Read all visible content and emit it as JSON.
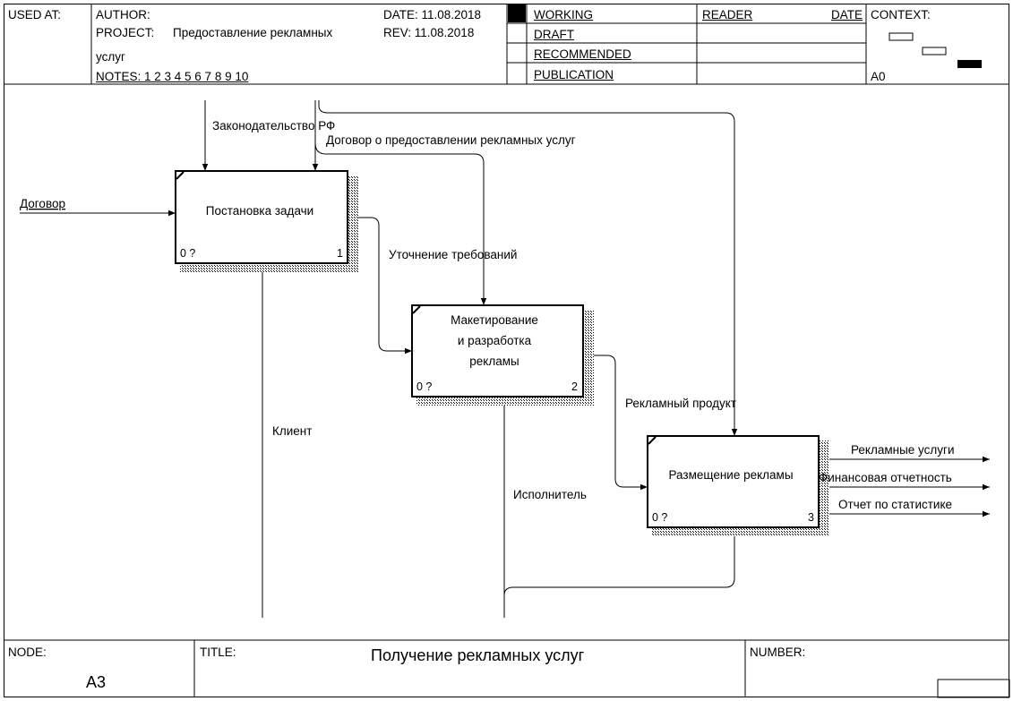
{
  "header": {
    "used_at": "USED AT:",
    "author": "AUTHOR:",
    "project_label": "PROJECT:",
    "project_value": "Предоставление рекламных",
    "project_value_2": "услуг",
    "notes": "NOTES:  1  2  3  4  5  6  7  8  9  10",
    "date": "DATE:  11.08.2018",
    "rev": "REV:    11.08.2018",
    "status": [
      "WORKING",
      "DRAFT",
      "RECOMMENDED",
      "PUBLICATION"
    ],
    "reader": "READER",
    "reader_date": "DATE",
    "context": "CONTEXT:",
    "context_node": "A0"
  },
  "footer": {
    "node_label": "NODE:",
    "node_value": "A3",
    "title_label": "TITLE:",
    "title_value": "Получение  рекламных услуг",
    "number_label": "NUMBER:"
  },
  "boxes": [
    {
      "id": "box-1",
      "title_lines": [
        "Постановка задачи"
      ],
      "cost": "0 ?",
      "number": "1"
    },
    {
      "id": "box-2",
      "title_lines": [
        "Макетирование",
        "и разработка",
        "рекламы"
      ],
      "cost": "0 ?",
      "number": "2"
    },
    {
      "id": "box-3",
      "title_lines": [
        "Размещение рекламы"
      ],
      "cost": "0 ?",
      "number": "3"
    }
  ],
  "arrows": {
    "dogovor": "Договор",
    "zakonodatelstvo": "Законодательство РФ",
    "dogovor_uslug": "Договор о предоставлении рекламных услуг",
    "utochnenie": "Уточнение требований",
    "reklamnyi_produkt": "Рекламный продукт",
    "klient": "Клиент",
    "ispolnitel": "Исполнитель",
    "reklamnye_uslugi": "Рекламные услуги",
    "fin_otchetnost": "Финансовая отчетность",
    "otchet_statistika": "Отчет по статистике"
  }
}
